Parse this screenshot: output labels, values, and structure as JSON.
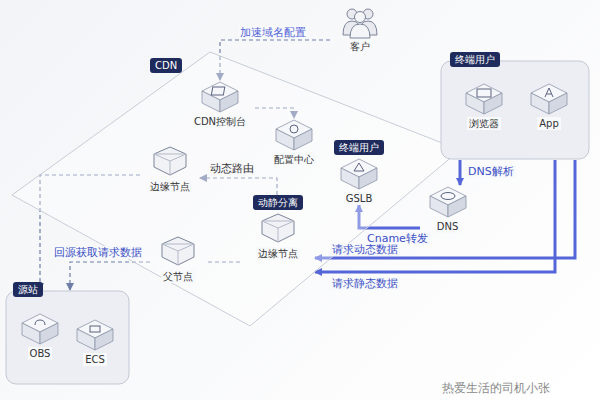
{
  "diagram": {
    "nodes": [
      {
        "text": [
          "CDN"
        ]
      },
      {
        "text": [
          "客户"
        ]
      },
      {
        "text": [
          "CDN控制台"
        ],
        "in": 0
      },
      {
        "text": [
          "配置中心"
        ],
        "in": 0
      },
      {
        "text": [
          "终端用户"
        ]
      },
      {
        "text": [
          "浏览器"
        ],
        "in": 4
      },
      {
        "text": [
          "App"
        ],
        "in": 4
      },
      {
        "text": [
          "边缘节点"
        ],
        "in": 0
      },
      {
        "text": [
          "终端用户",
          "GSLB"
        ],
        "in": 0
      },
      {
        "text": [
          "DNS"
        ]
      },
      {
        "text": [
          "动静分离",
          "边缘节点"
        ],
        "in": 0
      },
      {
        "text": [
          "父节点"
        ],
        "in": 0
      },
      {
        "text": [
          "源站"
        ]
      },
      {
        "text": [
          "OBS"
        ],
        "in": 12
      },
      {
        "text": [
          "ECS"
        ],
        "in": 12
      }
    ],
    "edges": [
      {
        "from": 1,
        "to": 2,
        "label": "加速域名配置",
        "arrow": "to"
      },
      {
        "from": 2,
        "to": 3,
        "arrow": "to"
      },
      {
        "from": 10,
        "to": 7,
        "label": "动态路由",
        "arrow": "to"
      },
      {
        "from": 4,
        "to": 9,
        "label": "DNS解析",
        "arrow": "to"
      },
      {
        "from": 9,
        "to": 8,
        "label": "Cname转发",
        "arrow": "to"
      },
      {
        "from": 4,
        "to": 10,
        "label": "请求动态数据",
        "arrow": "to"
      },
      {
        "from": 4,
        "to": 10,
        "label": "请求静态数据",
        "arrow": "to"
      },
      {
        "from": 10,
        "to": 11,
        "arrow": "none"
      },
      {
        "from": 11,
        "to": 12,
        "label": "回源获取请求数据",
        "arrow": "to"
      },
      {
        "from": 7,
        "to": 12,
        "arrow": "to"
      }
    ],
    "labels": [
      "热爱生活的司机小张"
    ]
  }
}
